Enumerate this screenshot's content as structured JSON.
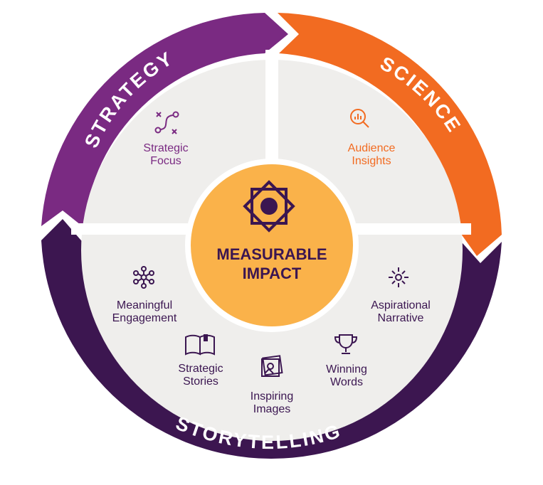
{
  "colors": {
    "strategy": "#7a2a82",
    "science": "#f26b21",
    "storytelling": "#3c1650",
    "center": "#fab24a",
    "quadrant": "#efeeec",
    "dark_text": "#3b1651"
  },
  "ring": {
    "strategy": "STRATEGY",
    "science": "SCIENCE",
    "storytelling": "STORYTELLING"
  },
  "center": {
    "line1": "MEASURABLE",
    "line2": "IMPACT",
    "icon": "sun-seal-icon"
  },
  "items": {
    "strategic_focus": {
      "line1": "Strategic",
      "line2": "Focus",
      "icon": "route-icon"
    },
    "audience_insights": {
      "line1": "Audience",
      "line2": "Insights",
      "icon": "magnifier-chart-icon"
    },
    "meaningful_engagement": {
      "line1": "Meaningful",
      "line2": "Engagement",
      "icon": "network-icon"
    },
    "aspirational_narrative": {
      "line1": "Aspirational",
      "line2": "Narrative",
      "icon": "sparkle-icon"
    },
    "strategic_stories": {
      "line1": "Strategic",
      "line2": "Stories",
      "icon": "book-icon"
    },
    "inspiring_images": {
      "line1": "Inspiring",
      "line2": "Images",
      "icon": "image-stack-icon"
    },
    "winning_words": {
      "line1": "Winning",
      "line2": "Words",
      "icon": "trophy-icon"
    }
  }
}
